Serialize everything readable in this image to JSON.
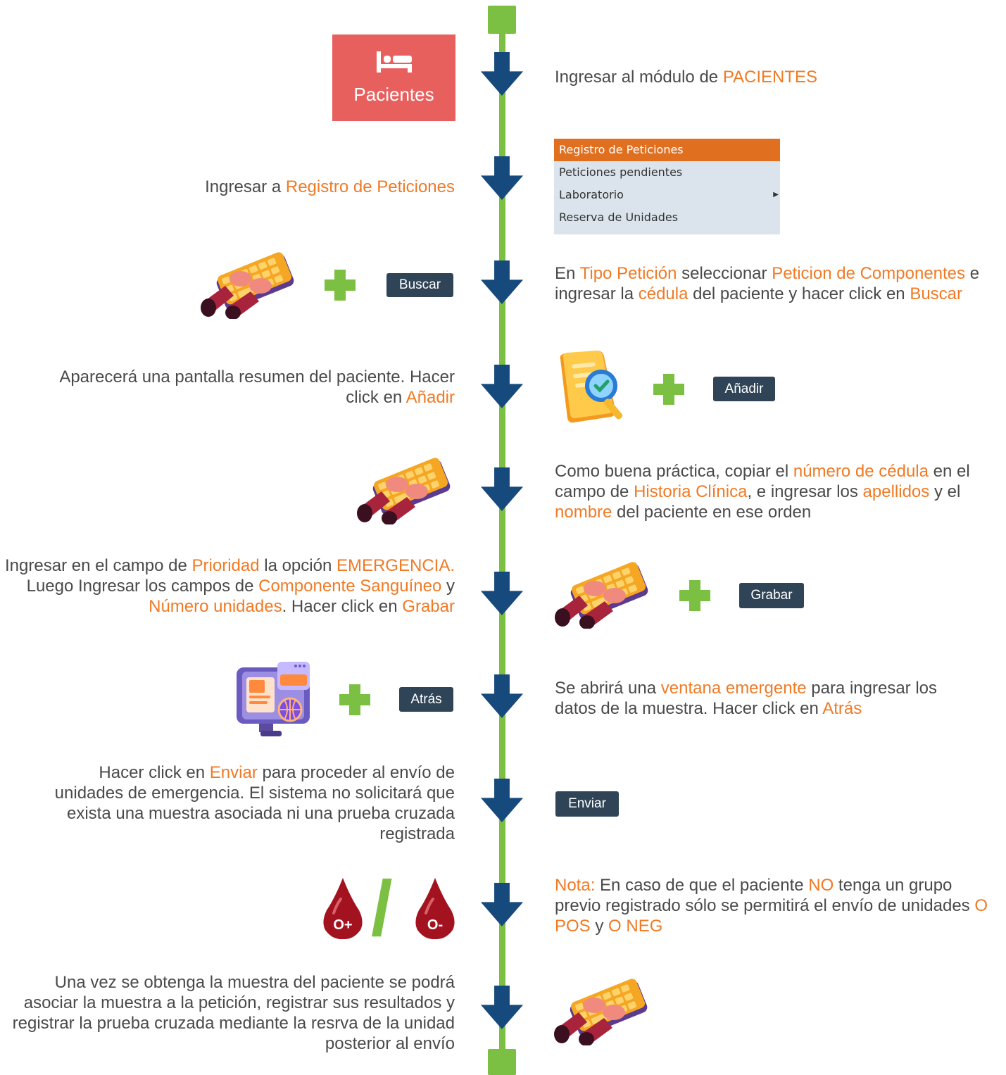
{
  "colors": {
    "accent": "#f07a25",
    "line": "#7cc043",
    "arrow": "#174a7c",
    "button": "#2f4457",
    "pacientes_tile": "#e8605e",
    "menu_highlight": "#e0701f",
    "menu_bg": "#dbe4ec"
  },
  "pacientes_tile": {
    "icon": "bed-icon",
    "label": "Pacientes"
  },
  "menu": {
    "items": [
      "Registro de Peticiones",
      "Peticiones pendientes",
      "Laboratorio",
      "Reserva de Unidades"
    ]
  },
  "steps": [
    {
      "parts": [
        {
          "t": "Ingresar al módulo de "
        },
        {
          "t": "PACIENTES",
          "h": true
        }
      ]
    },
    {
      "parts": [
        {
          "t": "Ingresar a "
        },
        {
          "t": "Registro de Peticiones",
          "h": true
        }
      ]
    },
    {
      "parts": [
        {
          "t": "En "
        },
        {
          "t": "Tipo Petición",
          "h": true
        },
        {
          "t": " seleccionar "
        },
        {
          "t": "Peticion de Componentes",
          "h": true
        },
        {
          "t": " e ingresar la "
        },
        {
          "t": "cédula",
          "h": true
        },
        {
          "t": " del paciente y hacer click en "
        },
        {
          "t": "Buscar",
          "h": true
        }
      ]
    },
    {
      "parts": [
        {
          "t": "Aparecerá una pantalla resumen del paciente. Hacer click en "
        },
        {
          "t": "Añadir",
          "h": true
        }
      ]
    },
    {
      "parts": [
        {
          "t": "Como buena práctica, copiar el "
        },
        {
          "t": "número de cédula",
          "h": true
        },
        {
          "t": " en el campo de "
        },
        {
          "t": "Historia Clínica",
          "h": true
        },
        {
          "t": ", e ingresar los "
        },
        {
          "t": "apellidos",
          "h": true
        },
        {
          "t": " y el "
        },
        {
          "t": "nombre",
          "h": true
        },
        {
          "t": " del paciente en ese orden"
        }
      ]
    },
    {
      "parts": [
        {
          "t": "Ingresar en el campo de "
        },
        {
          "t": "Prioridad",
          "h": true
        },
        {
          "t": " la opción "
        },
        {
          "t": "EMERGENCIA.",
          "h": true
        },
        {
          "t": " Luego Ingresar los campos de "
        },
        {
          "t": "Componente Sanguíneo",
          "h": true
        },
        {
          "t": " y "
        },
        {
          "t": "Número unidades",
          "h": true
        },
        {
          "t": ". Hacer click en "
        },
        {
          "t": "Grabar",
          "h": true
        }
      ]
    },
    {
      "parts": [
        {
          "t": "Se abrirá una "
        },
        {
          "t": "ventana emergente",
          "h": true
        },
        {
          "t": " para ingresar los datos de la muestra. Hacer click en "
        },
        {
          "t": "Atrás",
          "h": true
        }
      ]
    },
    {
      "parts": [
        {
          "t": "Hacer click en "
        },
        {
          "t": "Enviar",
          "h": true
        },
        {
          "t": " para proceder al envío de unidades de emergencia. El sistema no solicitará que exista una muestra asociada ni una prueba cruzada registrada"
        }
      ]
    },
    {
      "parts": [
        {
          "t": "Nota:",
          "h": true
        },
        {
          "t": " En caso de que el paciente "
        },
        {
          "t": "NO",
          "h": true
        },
        {
          "t": " tenga un grupo previo registrado sólo se permitirá el envío de unidades "
        },
        {
          "t": "O POS",
          "h": true
        },
        {
          "t": " y "
        },
        {
          "t": "O NEG",
          "h": true
        }
      ]
    },
    {
      "parts": [
        {
          "t": "Una vez se obtenga la muestra del paciente se podrá asociar la muestra a la petición, registrar sus resultados y registrar la prueba cruzada mediante la resrva de la unidad posterior al envío"
        }
      ]
    }
  ],
  "buttons": {
    "buscar": "Buscar",
    "anadir": "Añadir",
    "grabar": "Grabar",
    "atras": "Atrás",
    "enviar": "Enviar"
  },
  "blood": {
    "pos": "O+",
    "neg": "O-",
    "separator": "/"
  },
  "icons": {
    "keyboard": "keyboard-hands-icon",
    "document": "document-search-icon",
    "monitor": "web-monitor-icon",
    "blood_drop": "blood-drop-icon"
  }
}
